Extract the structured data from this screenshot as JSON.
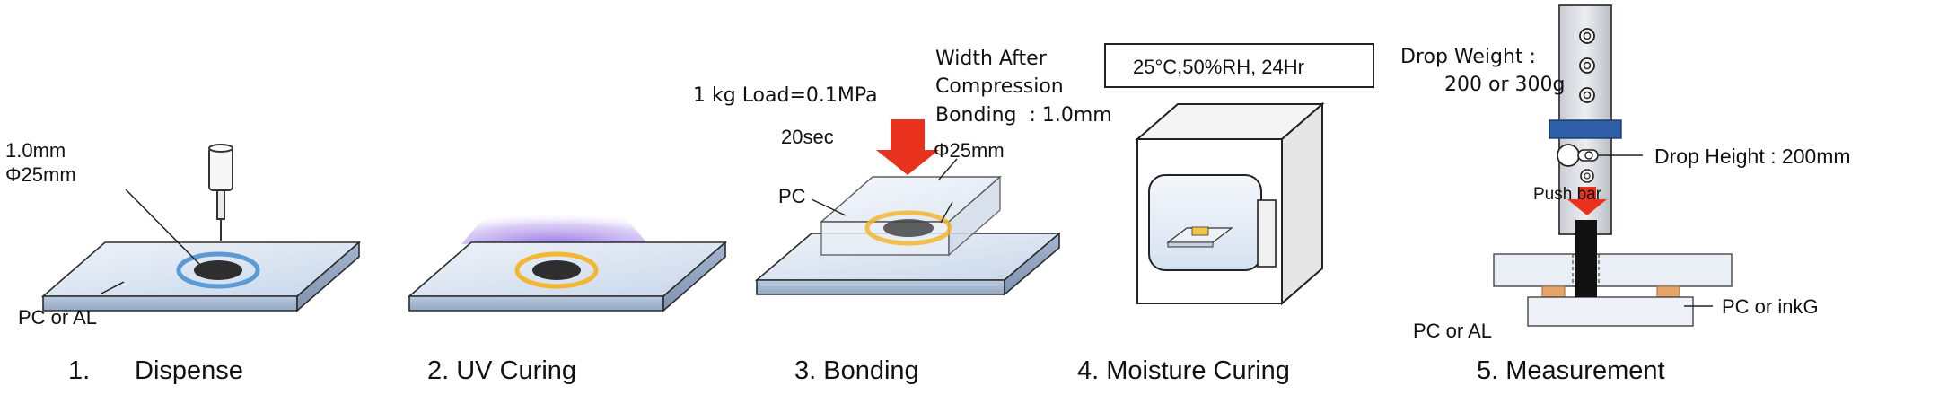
{
  "steps": {
    "s1_number": "1.",
    "s1_title": "Dispense",
    "s2": "2. UV Curing",
    "s3": "3. Bonding",
    "s4": "4. Moisture Curing",
    "s5": "5. Measurement"
  },
  "dispense": {
    "thickness": "1.0mm",
    "diameter": "Φ25mm",
    "substrate": "PC or AL"
  },
  "bonding": {
    "load": "1 kg Load=0.1MPa",
    "time": "20sec",
    "diameter": "Φ25mm",
    "substrate": "PC",
    "width_line1": "Width After",
    "width_line2": "Compression",
    "width_line3": "Bonding  : 1.0mm"
  },
  "moisture": {
    "condition": "25°C,50%RH, 24Hr"
  },
  "measurement": {
    "drop_weight_line1": "Drop Weight :",
    "drop_weight_line2": "200 or 300g",
    "drop_height": "Drop Height : 200mm",
    "push_bar": "Push bar",
    "top_substrate": "PC or AL",
    "bottom_substrate": "PC or inkG"
  },
  "colors": {
    "ring_blue": "#5b9bd5",
    "ring_yellow": "#f2b630",
    "arrow_red": "#e8321e",
    "uv_glow": "#a98fe3",
    "weight_band": "#2f5fa8",
    "spacer": "#e6a36a"
  }
}
